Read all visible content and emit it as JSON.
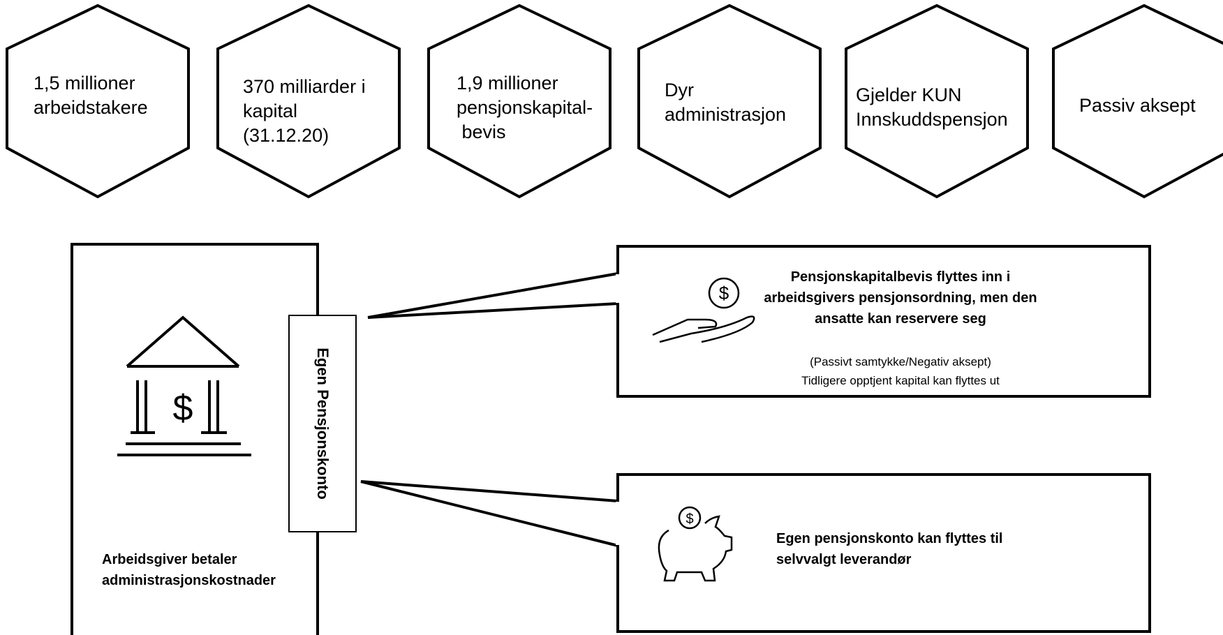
{
  "hexagons": [
    {
      "lines": [
        "1,5 millioner",
        "arbeidstakere"
      ]
    },
    {
      "lines": [
        "370 milliarder i",
        "kapital",
        "(31.12.20)"
      ]
    },
    {
      "lines": [
        "1,9 millioner",
        "pensjonskapital-",
        " bevis"
      ]
    },
    {
      "lines": [
        "Dyr",
        "administrasjon"
      ]
    },
    {
      "lines": [
        "Gjelder KUN",
        "Innskuddspensjon"
      ]
    },
    {
      "lines": [
        "Passiv aksept"
      ]
    }
  ],
  "employer_box": {
    "tab_label": "Egen Pensjonskonto",
    "caption_lines": [
      "Arbeidsgiver betaler",
      "administrasjonskostnader"
    ],
    "icon": "bank-icon"
  },
  "callout_top": {
    "icon": "hand-coin-icon",
    "title_lines": [
      "Pensjonskapitalbevis flyttes inn i",
      "arbeidsgivers pensjonsordning, men den",
      "ansatte kan reservere seg"
    ],
    "note_lines": [
      "(Passivt samtykke/Negativ aksept)",
      "Tidligere opptjent kapital kan flyttes ut"
    ]
  },
  "callout_bottom": {
    "icon": "piggy-bank-icon",
    "title_lines": [
      "Egen pensjonskonto kan flyttes til",
      "selvvalgt leverandør"
    ]
  }
}
